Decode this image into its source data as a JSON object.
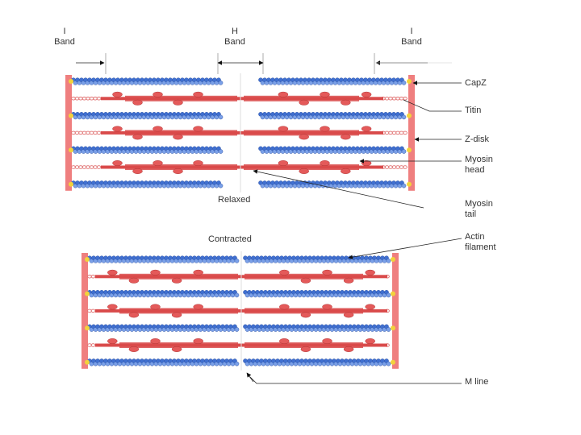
{
  "bands": {
    "i_band_left": {
      "line1": "I",
      "line2": "Band"
    },
    "h_band": {
      "line1": "H",
      "line2": "Band"
    },
    "i_band_right": {
      "line1": "I",
      "line2": "Band"
    }
  },
  "states": {
    "relaxed": "Relaxed",
    "contracted": "Contracted"
  },
  "callouts": {
    "capz": "CapZ",
    "titin": "Titin",
    "z_disk": "Z-disk",
    "myosin_head": {
      "line1": "Myosin",
      "line2": "head"
    },
    "myosin_tail": {
      "line1": "Myosin",
      "line2": "tail"
    },
    "actin_filament": {
      "line1": "Actin",
      "line2": "filament"
    },
    "m_line": "M line"
  },
  "colors": {
    "actin": "#3f6fd0",
    "actin_light": "#7aa0e8",
    "myosin": "#d94a4a",
    "myosin_head": "#e45a5a",
    "zdisk": "#ef7f7f",
    "capz": "#f2d23c",
    "titin": "#e07070"
  }
}
